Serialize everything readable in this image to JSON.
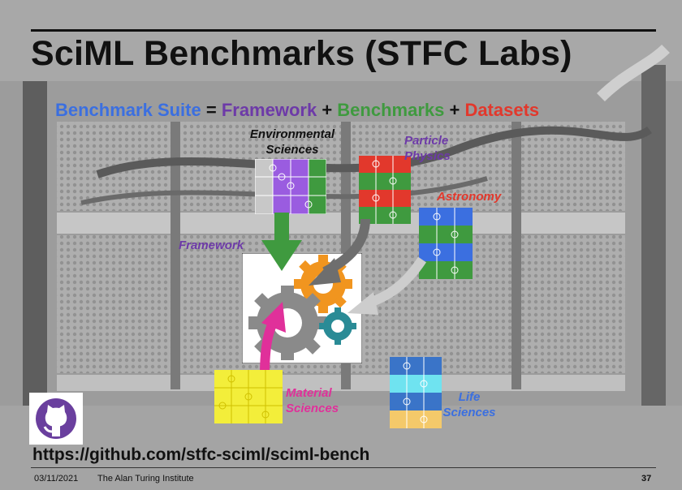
{
  "title": "SciML Benchmarks (STFC Labs)",
  "formula": {
    "suite": "Benchmark Suite",
    "eq": " = ",
    "framework": "Framework",
    "plus1": " + ",
    "benchmarks": "Benchmarks",
    "plus2": " + ",
    "datasets": "Datasets"
  },
  "domains": {
    "environmental": [
      "Environmental",
      "Sciences"
    ],
    "particle": [
      "Particle",
      "Physics"
    ],
    "astronomy": "Astronomy",
    "framework": "Framework",
    "material": [
      "Material",
      "Sciences"
    ],
    "life": [
      "Life",
      "Sciences"
    ]
  },
  "link": "https://github.com/stfc-sciml/sciml-bench",
  "footer": {
    "date": "03/11/2021",
    "org": "The Alan Turing Institute",
    "page": "37"
  },
  "colors": {
    "blue": "#3b6fe0",
    "purple": "#6d3aa8",
    "green": "#3f9a3f",
    "red": "#e2382c",
    "magenta": "#e0309a",
    "orange": "#f1951f",
    "teal": "#2a8b96",
    "gear_grey": "#8a8a8a",
    "github_purple": "#6a3f9e"
  },
  "icons": [
    "gear-icon",
    "puzzle-icon",
    "arrow-icon",
    "github-icon"
  ]
}
